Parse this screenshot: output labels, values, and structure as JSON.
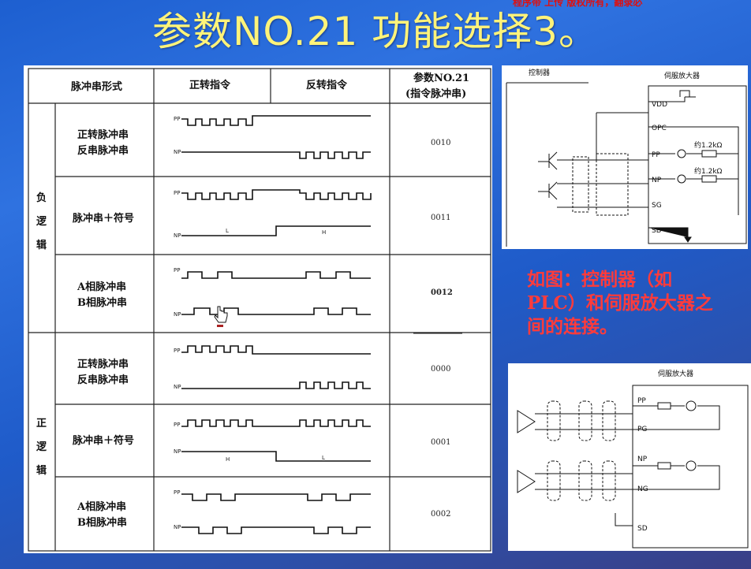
{
  "header": {
    "corner_text": "程序带 上传  版权所有，翻录必",
    "title": "参数NO.21  功能选择3。"
  },
  "table": {
    "col_headers": [
      "脉冲串形式",
      "正转指令",
      "反转指令",
      "参数NO.21",
      "(指令脉冲串)"
    ],
    "groups": [
      "负",
      "逻",
      "辑",
      "正",
      "逻",
      "辑"
    ],
    "rows": [
      {
        "form_l1": "正转脉冲串",
        "form_l2": "反串脉冲串",
        "code": "0010"
      },
      {
        "form_l1": "脉冲串＋符号",
        "form_l2": "",
        "code": "0011",
        "np_low": "L",
        "np_high": "H"
      },
      {
        "form_l1": "A相脉冲串",
        "form_l2": "B相脉冲串",
        "code": "0012"
      },
      {
        "form_l1": "正转脉冲串",
        "form_l2": "反串脉冲串",
        "code": "0000"
      },
      {
        "form_l1": "脉冲串＋符号",
        "form_l2": "",
        "code": "0001",
        "np_high": "H",
        "np_low": "L"
      },
      {
        "form_l1": "A相脉冲串",
        "form_l2": "B相脉冲串",
        "code": "0002"
      }
    ],
    "signal_pp": "PP",
    "signal_np": "NP"
  },
  "circuit1": {
    "controller": "控制器",
    "amplifier": "伺服放大器",
    "pins": [
      "VDD",
      "OPC",
      "PP",
      "NP",
      "SG",
      "SD"
    ],
    "res1": "约1.2kΩ",
    "res2": "约1.2kΩ"
  },
  "caption": "如图：控制器（如PLC）和伺服放大器之间的连接。",
  "circuit2": {
    "amplifier": "伺服放大器",
    "pins": [
      "PP",
      "PG",
      "NP",
      "NG",
      "SD"
    ]
  }
}
